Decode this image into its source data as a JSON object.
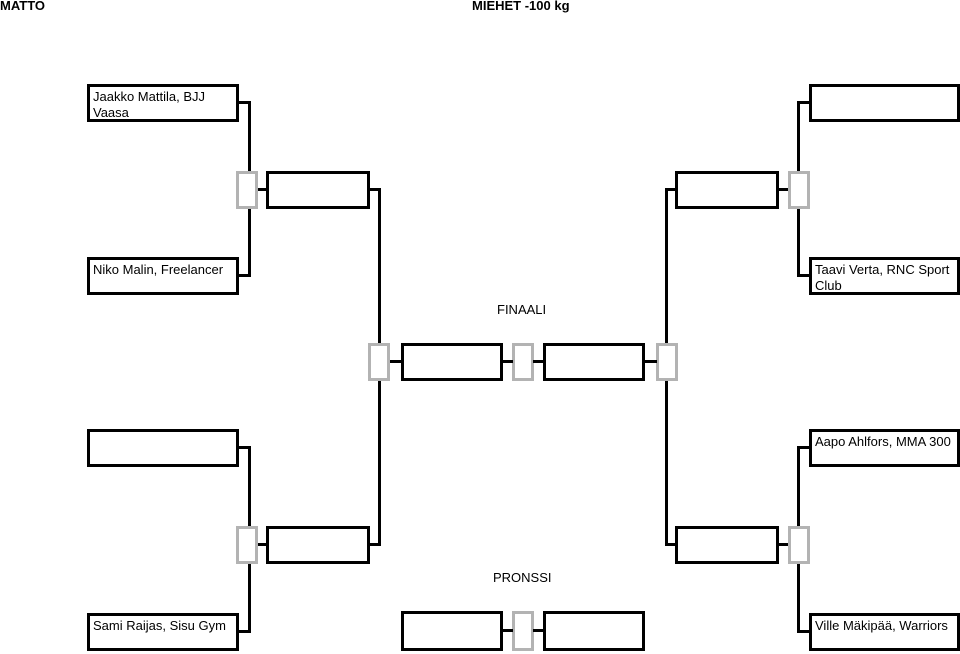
{
  "header": {
    "mat": "MATTO",
    "category": "MIEHET -100 kg"
  },
  "labels": {
    "final": "FINAALI",
    "bronze": "PRONSSI"
  },
  "competitors": {
    "left_top_1": "Jaakko Mattila, BJJ Vaasa",
    "left_top_2": "Niko Malin, Freelancer",
    "left_bottom_1": "",
    "left_bottom_2": "Sami Raijas, Sisu Gym",
    "right_top_1": "",
    "right_top_2": "Taavi Verta, RNC Sport Club",
    "right_bottom_1": "Aapo Ahlfors, MMA 300",
    "right_bottom_2": "Ville Mäkipää, Warriors"
  },
  "results": {
    "left_semi_top": "",
    "left_semi_bottom": "",
    "right_semi_top": "",
    "right_semi_bottom": "",
    "final_left": "",
    "final_right": "",
    "bronze_left": "",
    "bronze_right": ""
  }
}
